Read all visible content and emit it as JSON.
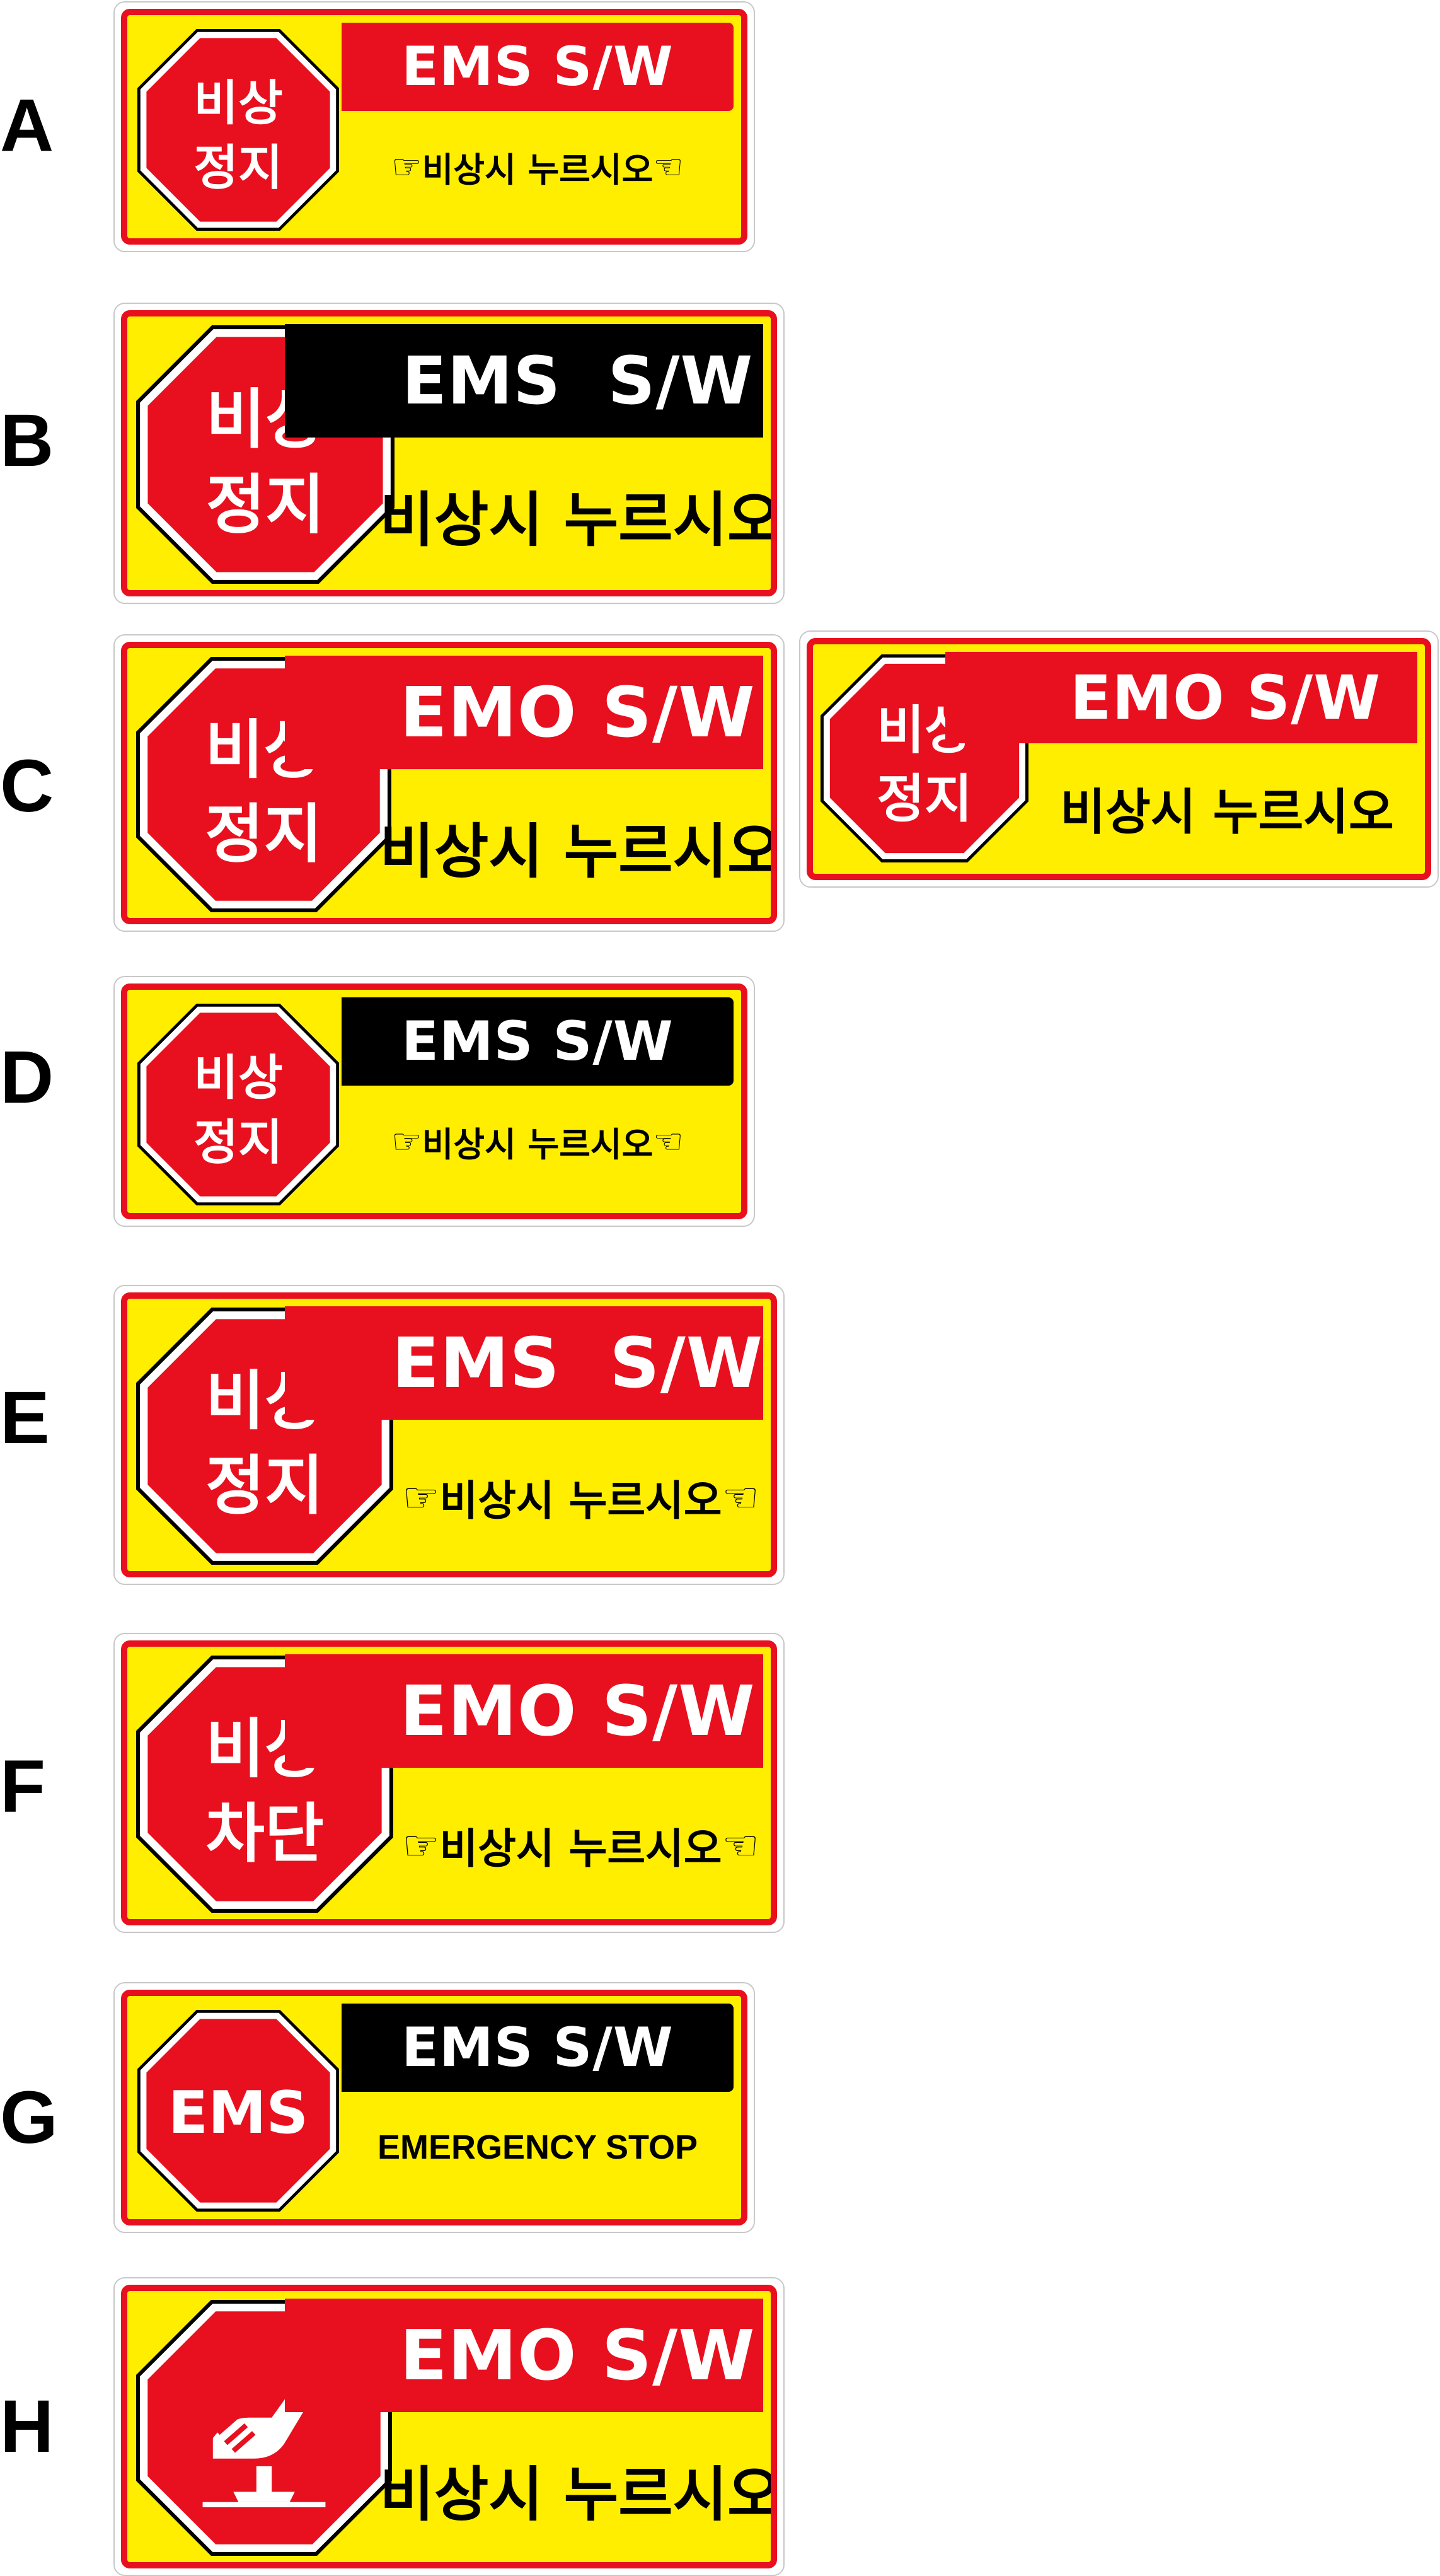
{
  "colors": {
    "yellow": "#ffee00",
    "red": "#e8101e",
    "black": "#000000",
    "white": "#ffffff"
  },
  "rows": {
    "A": {
      "letter": "A",
      "octagon": [
        "비상",
        "정지"
      ],
      "banner": "EMS S/W",
      "banner_bg": "red",
      "sub": "비상시 누르시오",
      "hands": true
    },
    "B": {
      "letter": "B",
      "octagon": [
        "비상",
        "정지"
      ],
      "banner": "EMS  S/W",
      "banner_bg": "black",
      "sub": "비상시 누르시오",
      "hands": false
    },
    "C": {
      "letter": "C",
      "octagon": [
        "비상",
        "정지"
      ],
      "banner": "EMO S/W",
      "banner_bg": "red",
      "sub": "비상시 누르시오",
      "hands": false
    },
    "C2": {
      "octagon": [
        "비상",
        "정지"
      ],
      "banner": "EMO S/W",
      "banner_bg": "red",
      "sub": "비상시 누르시오",
      "hands": false
    },
    "D": {
      "letter": "D",
      "octagon": [
        "비상",
        "정지"
      ],
      "banner": "EMS S/W",
      "banner_bg": "black",
      "sub": "비상시 누르시오",
      "hands": true
    },
    "E": {
      "letter": "E",
      "octagon": [
        "비상",
        "정지"
      ],
      "banner": "EMS  S/W",
      "banner_bg": "red",
      "sub": "비상시 누르시오",
      "hands": true
    },
    "F": {
      "letter": "F",
      "octagon": [
        "비상",
        "차단"
      ],
      "banner": "EMO S/W",
      "banner_bg": "red",
      "sub": "비상시 누르시오",
      "hands": true
    },
    "G": {
      "letter": "G",
      "octagon": [
        "EMS"
      ],
      "banner": "EMS S/W",
      "banner_bg": "black",
      "sub": "EMERGENCY STOP",
      "hands": false
    },
    "H": {
      "letter": "H",
      "octagon_icon": "hand-pressing-button-icon",
      "banner": "EMO S/W",
      "banner_bg": "red",
      "sub": "비상시 누르시오",
      "hands": false
    }
  },
  "icons": {
    "hand_left": "☞",
    "hand_right": "☜"
  }
}
